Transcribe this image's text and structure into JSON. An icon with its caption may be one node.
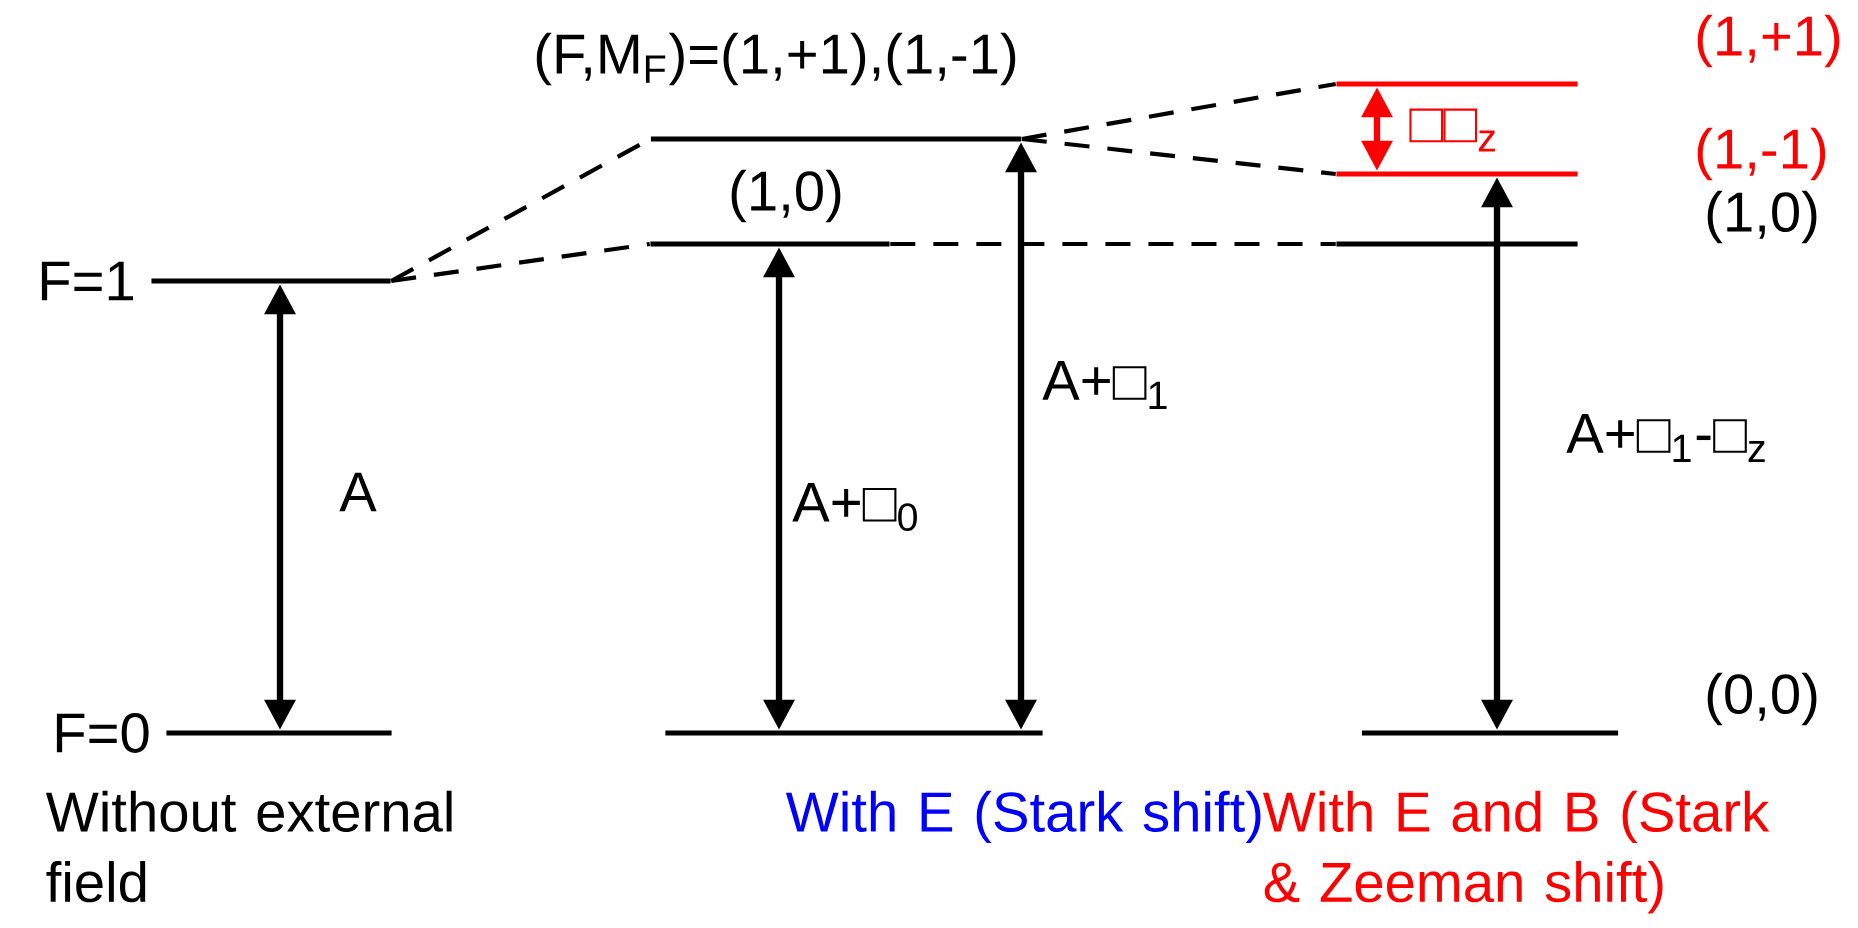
{
  "diagram": {
    "nodes": [
      {
        "text": [
          "F=1"
        ]
      },
      {
        "text": [
          "F=0"
        ]
      },
      {
        "text": [
          "(F,M$_{F}$)=(1,+1),(1,-1)"
        ]
      },
      {
        "text": [
          "(1,0)"
        ]
      },
      {
        "text": [],
        "shape": "bar"
      },
      {
        "text": [
          "(1,+1)"
        ]
      },
      {
        "text": [
          "(1,-1)"
        ]
      },
      {
        "text": [
          "(1,0)"
        ]
      },
      {
        "text": [
          "(0,0)"
        ]
      }
    ],
    "edges": [
      {
        "from": 0,
        "to": 2,
        "arrow": "none",
        "style": "dashed"
      },
      {
        "from": 0,
        "to": 3,
        "arrow": "none",
        "style": "dashed"
      },
      {
        "from": 2,
        "to": 5,
        "arrow": "none",
        "style": "dashed"
      },
      {
        "from": 2,
        "to": 6,
        "arrow": "none",
        "style": "dashed"
      },
      {
        "from": 3,
        "to": 7,
        "arrow": "none",
        "style": "dashed"
      },
      {
        "from": 0,
        "to": 1,
        "arrow": "both",
        "label": "A"
      },
      {
        "from": 3,
        "to": 4,
        "arrow": "both",
        "label": "A+□$_{0}$"
      },
      {
        "from": 2,
        "to": 4,
        "arrow": "both",
        "label": "A+□$_{1}$"
      },
      {
        "from": 5,
        "to": 6,
        "arrow": "both",
        "label": "□□$_{z}$",
        "color": "#ff0000"
      },
      {
        "from": 6,
        "to": 8,
        "arrow": "both",
        "label": "A+□$_{1}$-□$_{z}$"
      }
    ],
    "labels": [
      "Without external field",
      "With E (Stark shift)",
      "With E and B (Stark & Zeeman shift)"
    ]
  }
}
